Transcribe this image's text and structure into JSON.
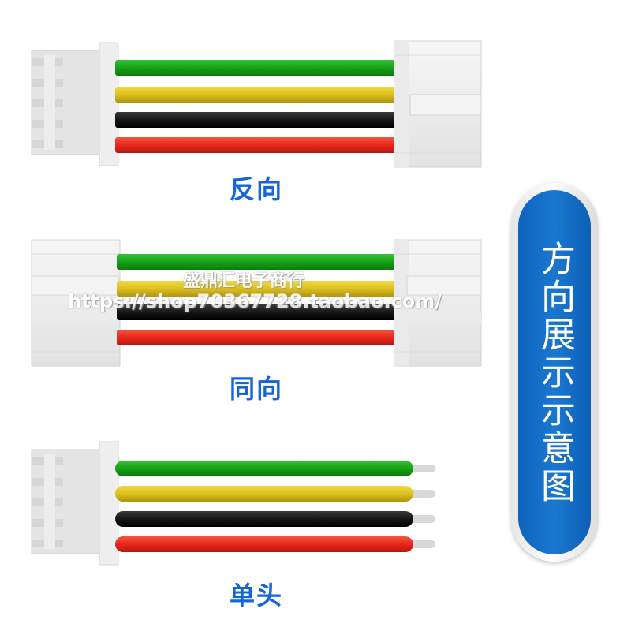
{
  "labels": {
    "reverse": "反向",
    "same_direction": "同向",
    "single_head": "单头"
  },
  "side_title": "方向展示示意图",
  "watermark": {
    "shop_name": "盛鼎汇电子商行",
    "url": "https://shop70367728.taobao.com/"
  },
  "wire_colors": [
    "#16a116",
    "#dcc01c",
    "#161616",
    "#e8271c"
  ],
  "accent_color": "#1565d8",
  "badge_color": "#1a6fc9"
}
